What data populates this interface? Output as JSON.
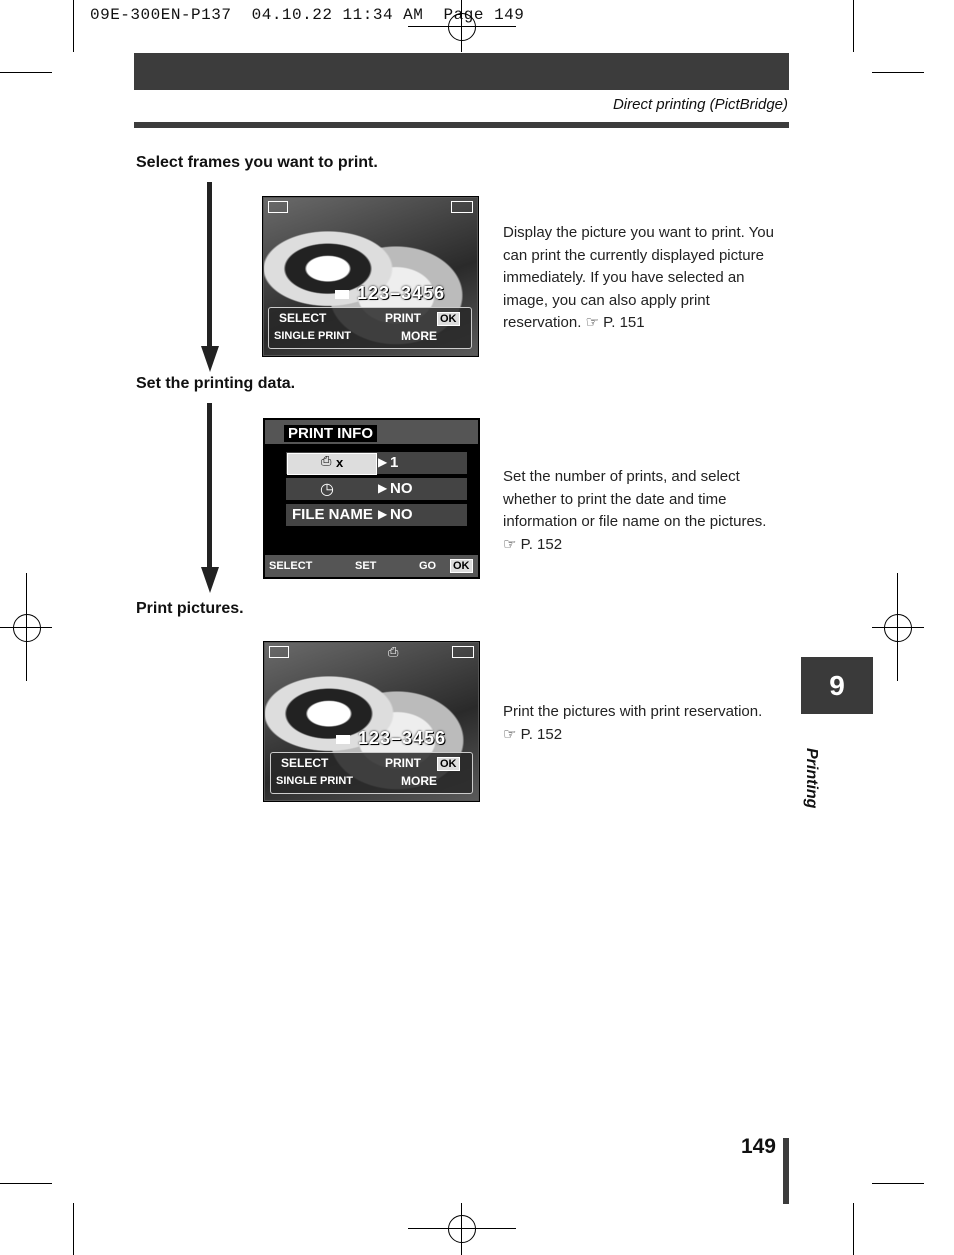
{
  "print_slug": "09E-300EN-P137  04.10.22 11:34 AM  Page 149",
  "header": {
    "section": "Direct printing (PictBridge)"
  },
  "steps": [
    {
      "heading": "Select frames you want to print.",
      "description": "Display the picture you want to print. You can print the currently displayed picture immediately. If you have selected an image, you can also apply print reservation.",
      "ref": "P. 151",
      "screen": {
        "frame_number": "123–3456",
        "select": "SELECT",
        "print": "PRINT",
        "ok": "OK",
        "single_print": "SINGLE PRINT",
        "more": "MORE"
      }
    },
    {
      "heading": "Set the printing data.",
      "description": "Set the number of prints, and select whether to print the date and time information or file name on the pictures.",
      "ref": "P. 152",
      "screen": {
        "title": "PRINT INFO",
        "rows": [
          {
            "label": "x",
            "value": "1"
          },
          {
            "label": "",
            "value": "NO"
          },
          {
            "label": "FILE NAME",
            "value": "NO"
          }
        ],
        "select": "SELECT",
        "set": "SET",
        "go": "GO",
        "ok": "OK"
      }
    },
    {
      "heading": "Print pictures.",
      "description": "Print the pictures with print reservation.",
      "ref": "P. 152",
      "screen": {
        "frame_number": "123–3456",
        "select": "SELECT",
        "print": "PRINT",
        "ok": "OK",
        "single_print": "SINGLE PRINT",
        "more": "MORE"
      }
    }
  ],
  "chapter": {
    "number": "9",
    "title": "Printing"
  },
  "page_number": "149",
  "icons": [
    "pointing-hand-icon",
    "battery-icon",
    "card-icon",
    "print-icon",
    "clock-icon",
    "arrow-right-icon"
  ]
}
